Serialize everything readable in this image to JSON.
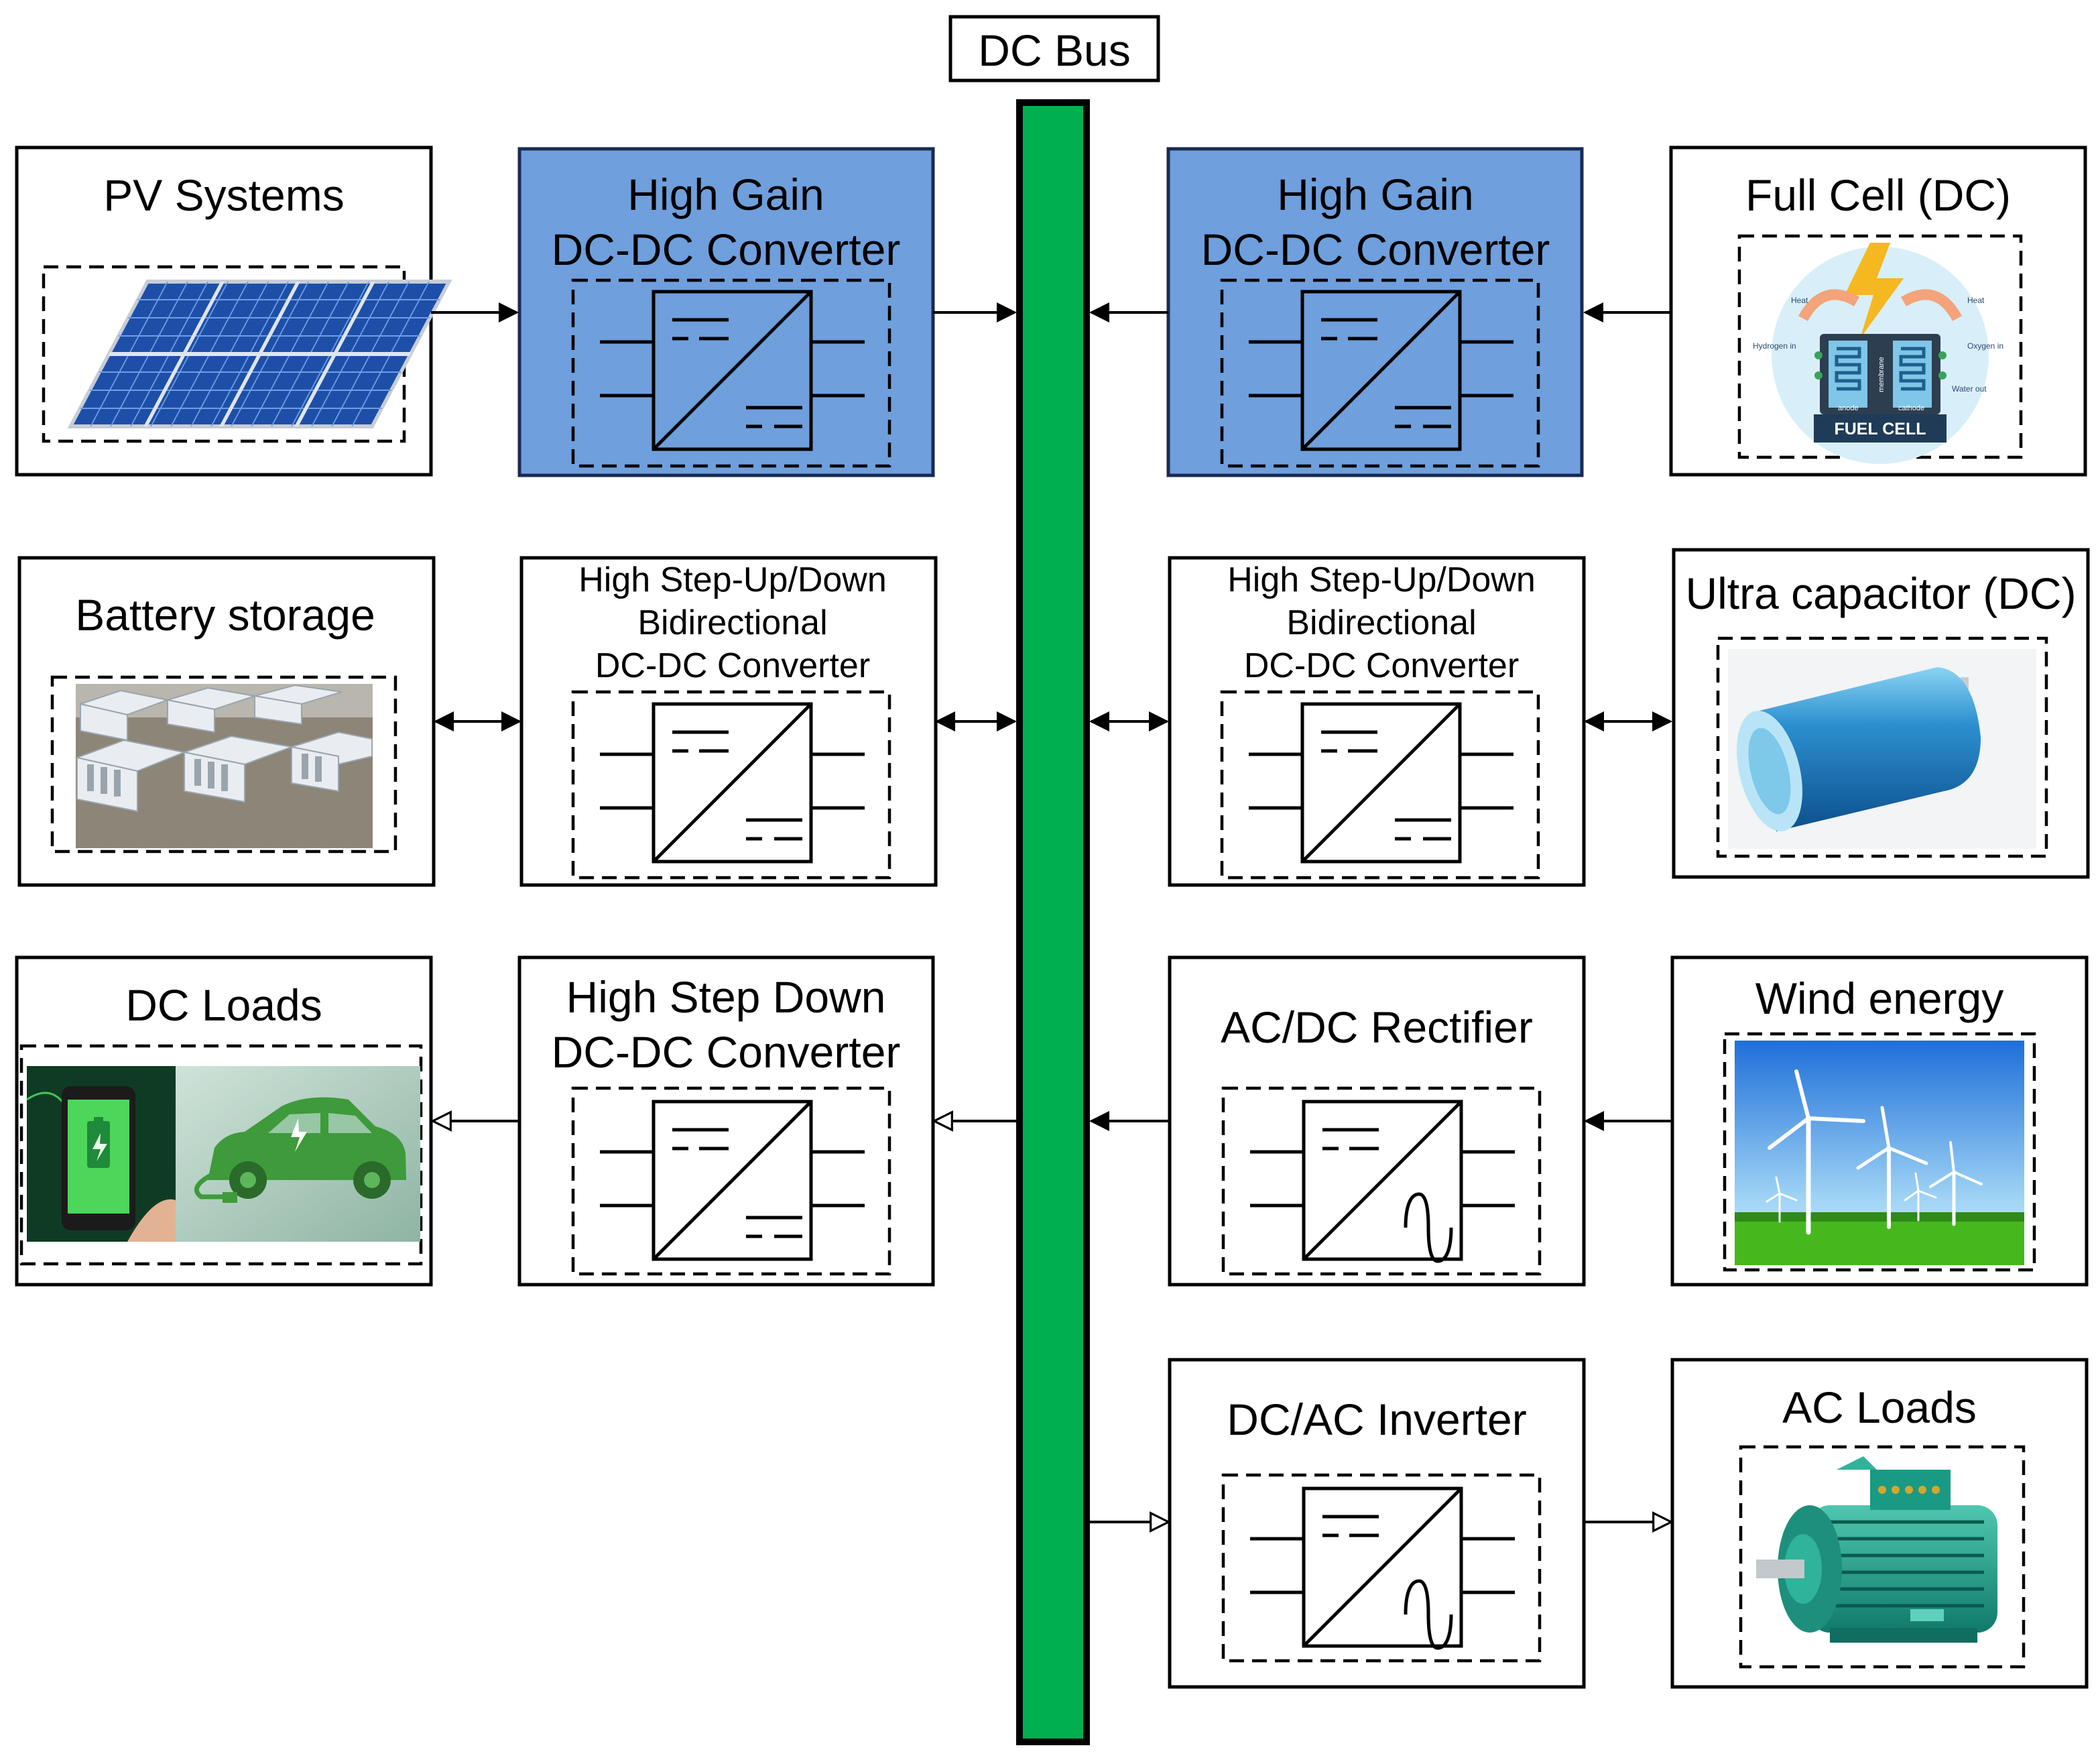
{
  "bus_label": "DC Bus",
  "colors": {
    "bus": "#00b050",
    "converter_fill": "#6f9fdc",
    "converter_stroke": "#1a2a55",
    "line": "#000000"
  },
  "sources": {
    "pv": "PV Systems",
    "fuel_cell": "Full Cell (DC)",
    "battery": "Battery storage",
    "ultracap": "Ultra capacitor (DC)",
    "dc_loads": "DC Loads",
    "wind": "Wind energy",
    "ac_loads": "AC Loads"
  },
  "converters": {
    "gain_left": [
      "High Gain",
      "DC-DC Converter"
    ],
    "gain_right": [
      "High Gain",
      "DC-DC Converter"
    ],
    "bidir_left": [
      "High Step-Up/Down",
      "Bidirectional",
      "DC-DC Converter"
    ],
    "bidir_right": [
      "High Step-Up/Down",
      "Bidirectional",
      "DC-DC Converter"
    ],
    "stepdown": [
      "High Step Down",
      "DC-DC Converter"
    ],
    "rectifier": [
      "AC/DC Rectifier"
    ],
    "inverter": [
      "DC/AC Inverter"
    ]
  },
  "fuel_cell_art": {
    "title": "FUEL CELL",
    "heat": "Heat",
    "hydrogen_in": "Hydrogen in",
    "oxygen_in": "Oxygen in",
    "water_out": "Water out",
    "anode": "anode",
    "cathode": "cathode",
    "membrane": "membrane"
  },
  "icons": [
    "solar-panel-icon",
    "fuel-cell-icon",
    "battery-storage-icon",
    "ultracapacitor-icon",
    "phone-battery-icon",
    "electric-car-icon",
    "wind-turbine-icon",
    "electric-motor-icon",
    "dc-dc-converter-icon",
    "ac-dc-converter-icon"
  ]
}
